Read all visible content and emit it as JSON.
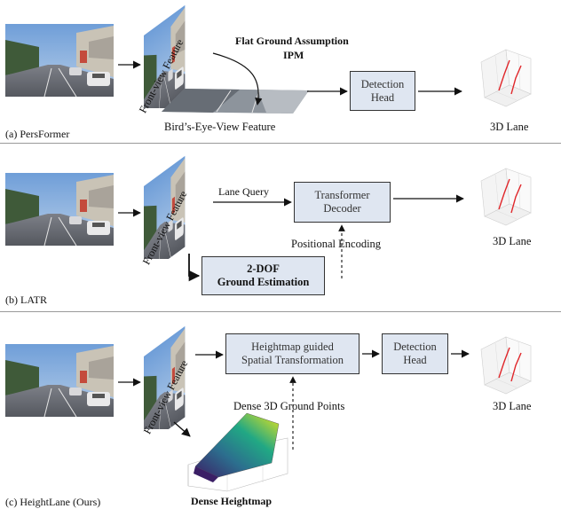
{
  "panels": {
    "a": {
      "caption": "(a) PersFormer",
      "feature_label": "Front-view Feature",
      "assumption_line1": "Flat Ground Assumption",
      "assumption_line2": "IPM",
      "bev_label": "Bird’s-Eye-View Feature",
      "detection_head": [
        "Detection",
        "Head"
      ],
      "output_label": "3D Lane"
    },
    "b": {
      "caption": "(b) LATR",
      "feature_label": "Front-view Feature",
      "lane_query": "Lane Query",
      "transformer_decoder": [
        "Transformer",
        "Decoder"
      ],
      "positional_encoding": "Positional Encoding",
      "ground_estimation": [
        "2-DOF",
        "Ground Estimation"
      ],
      "output_label": "3D Lane"
    },
    "c": {
      "caption": "(c) HeightLane (Ours)",
      "feature_label": "Front-view Feature",
      "spatial_transform": [
        "Heightmap guided",
        "Spatial Transformation"
      ],
      "detection_head": [
        "Detection",
        "Head"
      ],
      "ground_points": "Dense 3D Ground Points",
      "heightmap_label": "Dense Heightmap",
      "output_label": "3D Lane"
    }
  },
  "colors": {
    "box_fill": "#dfe6f1",
    "lane_red": "#e0262a",
    "heightmap_low": "#3b1f66",
    "heightmap_mid": "#21908d",
    "heightmap_high": "#e8e41c"
  }
}
